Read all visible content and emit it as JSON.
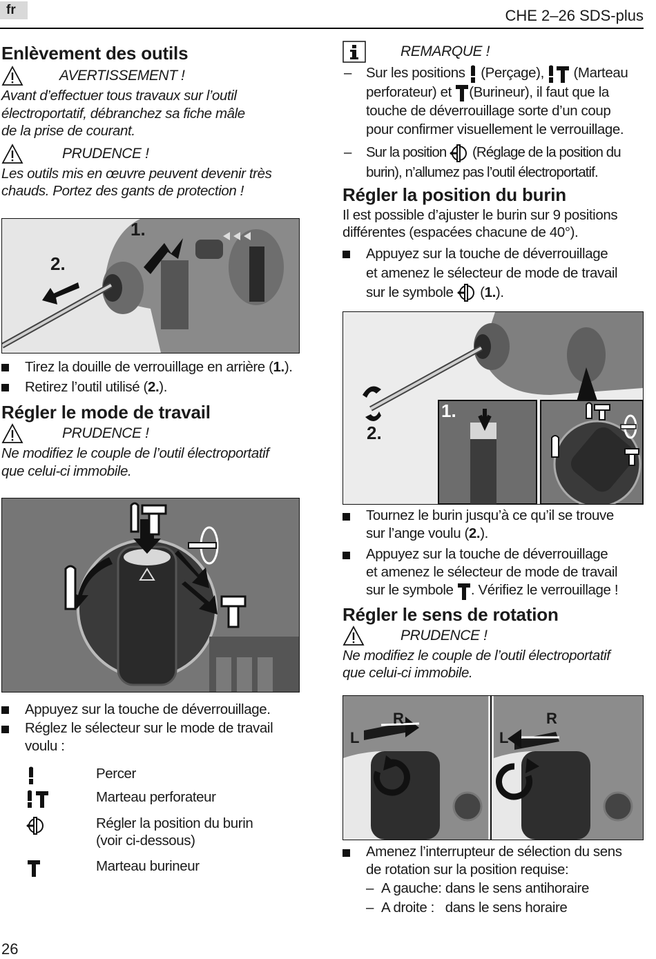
{
  "header": {
    "lang": "fr",
    "model": "CHE 2–26 SDS-plus"
  },
  "page_number": "26",
  "left": {
    "s1_title": "Enlèvement des outils",
    "warning_label": "AVERTISSEMENT !",
    "warning_text": [
      "Avant d’effectuer tous travaux sur l’outil",
      "électroportatif, débranchez sa fiche mâle",
      "de la prise de courant."
    ],
    "caution1_label": "PRUDENCE !",
    "caution1_text": [
      "Les outils mis en œuvre peuvent devenir très",
      "chauds. Portez des gants de protection !"
    ],
    "fig1_labels": {
      "a": "1.",
      "b": "2."
    },
    "b1_pre": "Tirez la douille de verrouillage en arrière (",
    "b1_num": "1.",
    "b1_post": ").",
    "b2_pre": "Retirez l’outil utilisé (",
    "b2_num": "2.",
    "b2_post": ").",
    "s2_title": "Régler le mode de travail",
    "caution2_label": "PRUDENCE !",
    "caution2_text": [
      "Ne modifiez le couple de l’outil électroportatif",
      "que celui-ci immobile."
    ],
    "b3": "Appuyez sur la touche de déverrouillage.",
    "b4_l1": "Réglez le sélecteur sur le mode de travail",
    "b4_l2": "voulu :",
    "modes": [
      {
        "icon": "drill-icon",
        "label": "Percer"
      },
      {
        "icon": "rotary-hammer-icon",
        "label": "Marteau perforateur"
      },
      {
        "icon": "chisel-position-icon",
        "label": "Régler la position du burin",
        "label2": "(voir ci-dessous)"
      },
      {
        "icon": "chisel-hammer-icon",
        "label": "Marteau burineur"
      }
    ]
  },
  "right": {
    "note_label": "REMARQUE !",
    "note1_a": "Sur les positions ",
    "note1_b": " (Perçage), ",
    "note1_c": " (Marteau",
    "note1_l2a": "perforateur) et ",
    "note1_l2b": "(Burineur), il faut que la",
    "note1_l3": "touche de déverrouillage sorte d’un coup",
    "note1_l4": "pour confirmer visuellement le verrouillage.",
    "note2_a": "Sur la position ",
    "note2_b": " (Réglage de la position du",
    "note2_l2": "burin), n’allumez pas l’outil électroportatif.",
    "s3_title": "Régler la position du burin",
    "s3_text": [
      "Il est possible d’ajuster le burin sur 9 positions",
      "différentes (espacées chacune de 40°)."
    ],
    "b5_l1": "Appuyez sur la touche de déverrouillage",
    "b5_l2": "et amenez le sélecteur de mode de travail",
    "b5_l3a": "sur le symbole ",
    "b5_num": "1.",
    "fig3_labels": {
      "a": "1.",
      "b": "2."
    },
    "b6_l1": "Tournez le burin jusqu’à ce qu’il se trouve",
    "b6_l2a": "sur l’ange voulu (",
    "b6_num": "2.",
    "b6_l2b": ").",
    "b7_l1": "Appuyez sur la touche de déverrouillage",
    "b7_l2": "et amenez le sélecteur de mode de travail",
    "b7_l3a": "sur le symbole ",
    "b7_l3b": ". Vérifiez le verrouillage !",
    "s4_title": "Régler le sens de rotation",
    "caution3_label": "PRUDENCE !",
    "caution3_text": [
      "Ne modifiez le couple de l’outil électroportatif",
      "que celui-ci immobile."
    ],
    "fig4_labels": {
      "l": "L",
      "r": "R"
    },
    "b8_l1": "Amenez l’interrupteur de sélection du sens",
    "b8_l2": "de rotation sur la position requise:",
    "sub1": "A gauche: dans le sens antihoraire",
    "sub2": "A droite :   dans le sens horaire"
  }
}
